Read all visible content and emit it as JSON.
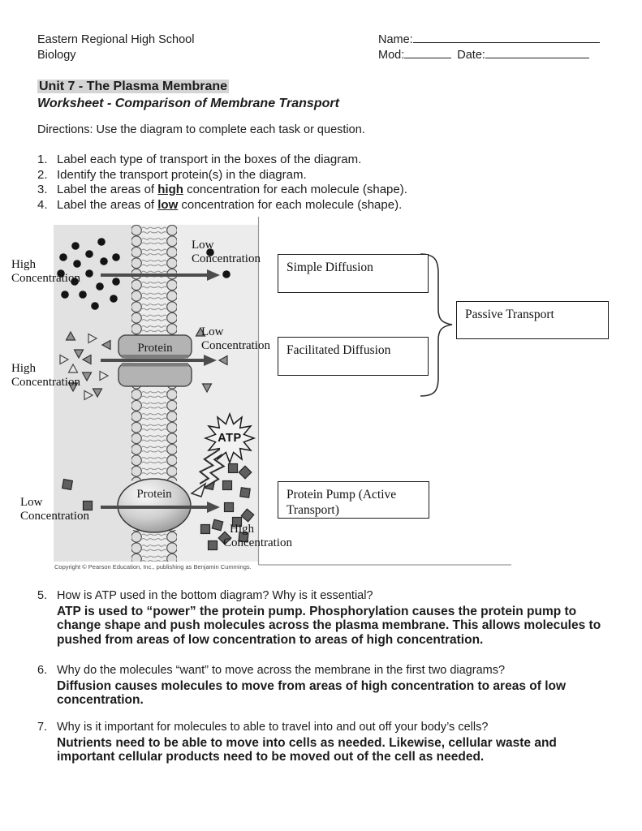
{
  "header": {
    "school": "Eastern Regional High School",
    "course": "Biology",
    "name_label": "Name:",
    "mod_label": "Mod:",
    "date_label": "Date:"
  },
  "title": {
    "unit": "Unit 7 - The Plasma Membrane",
    "worksheet": "Worksheet - Comparison of Membrane Transport"
  },
  "directions": "Directions: Use the diagram to complete each task or question.",
  "tasks": [
    {
      "num": "1.",
      "pre": "Label each type of transport in the boxes of the diagram.",
      "emph": "",
      "post": ""
    },
    {
      "num": "2.",
      "pre": "Identify the transport protein(s) in the diagram.",
      "emph": "",
      "post": ""
    },
    {
      "num": "3.",
      "pre": "Label the areas of ",
      "emph": "high",
      "post": " concentration for each molecule (shape)."
    },
    {
      "num": "4.",
      "pre": "Label the areas of ",
      "emph": "low",
      "post": " concentration for each molecule (shape)."
    }
  ],
  "diagram": {
    "labels": {
      "high_top": {
        "line1": "High",
        "line2": "Concentration"
      },
      "low_top": {
        "line1": "Low",
        "line2": "Concentration"
      },
      "high_mid": {
        "line1": "High",
        "line2": "Concentration"
      },
      "low_mid": {
        "line1": "Low",
        "line2": "Concentration"
      },
      "low_bottom": {
        "line1": "Low",
        "line2": "Concentration"
      },
      "high_bottom": {
        "line1": "High",
        "line2": "Concentration"
      }
    },
    "protein_channel_label": "Protein",
    "protein_pump_label": "Protein",
    "atp_label": "ATP",
    "boxes": {
      "simple": "Simple Diffusion",
      "facilitated": "Facilitated Diffusion",
      "passive": "Passive Transport",
      "pump": "Protein Pump (Active Transport)"
    },
    "copyright": "Copyright © Pearson Education, Inc., publishing as Benjamin Cummings."
  },
  "questions": [
    {
      "num": "5.",
      "q": "How is ATP used in the bottom diagram?  Why is it essential?",
      "a": "ATP is used to “power” the protein pump.  Phosphorylation causes the protein pump to change shape and push molecules across the plasma membrane.  This allows molecules to pushed from areas of low concentration to areas of high concentration."
    },
    {
      "num": "6.",
      "q": "Why do the molecules “want” to move across the membrane in the first two diagrams?",
      "a": "Diffusion causes molecules to move from areas of high concentration to areas of low concentration."
    },
    {
      "num": "7.",
      "q": "Why is it important for molecules to able to travel into and out off your body’s cells?",
      "a": "Nutrients need to be able to move into cells as needed.  Likewise, cellular waste and important cellular products need to be moved out of the cell as needed."
    }
  ]
}
